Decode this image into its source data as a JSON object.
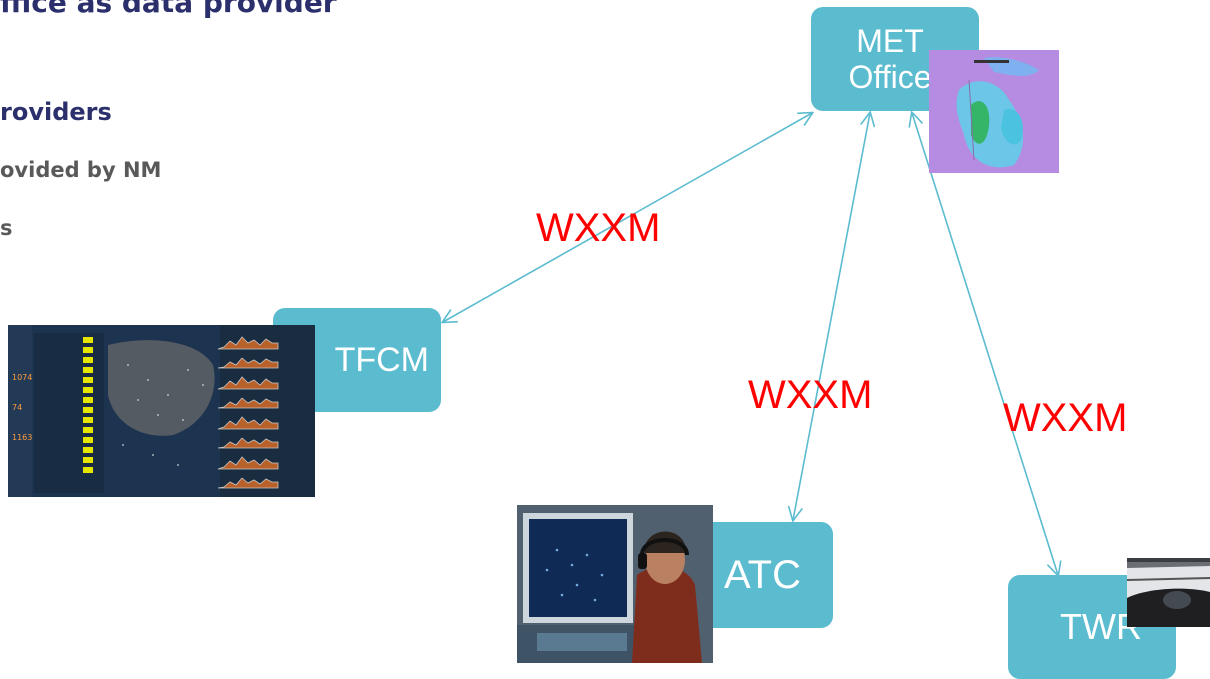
{
  "slide": {
    "heading_fragment": "ffice as data provider",
    "bullet_providers": "roviders",
    "bullet_nm": "ovided by NM",
    "bullet_s": "s"
  },
  "nodes": {
    "met_office": "MET\nOffice",
    "tfcm": "TFCM",
    "atc": "ATC",
    "twr": "TWR"
  },
  "edges": {
    "met_tfcm": "WXXM",
    "met_atc": "WXXM",
    "met_twr": "WXXM"
  },
  "colors": {
    "node_fill": "#5bbccf",
    "edge_stroke": "#5bbccf",
    "edge_label": "#ff0000",
    "heading": "#2b2f6b"
  },
  "images": {
    "met_radar": "weather-radar-map",
    "tfcm_screen": "traffic-flow-dashboard",
    "atc_photo": "controller-at-radar-console",
    "twr_photo": "tower-cab-view"
  }
}
